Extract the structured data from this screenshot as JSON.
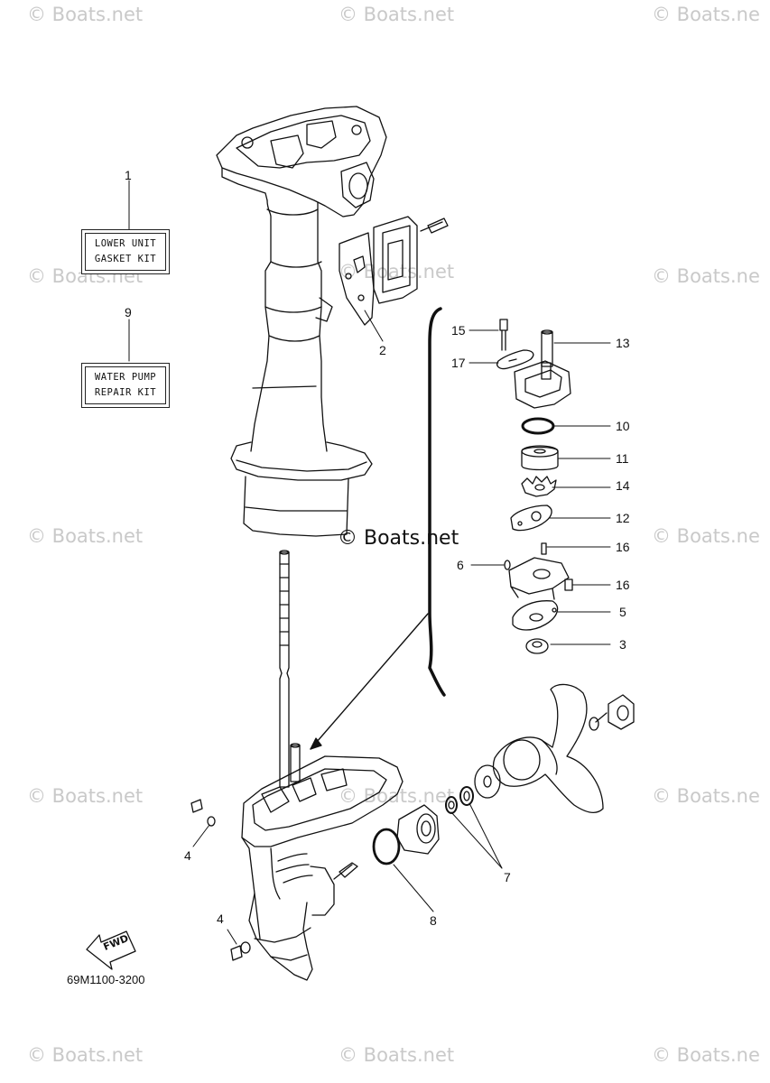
{
  "watermark": {
    "text": "© Boats.net",
    "text_cut": "© Boats.ne"
  },
  "center_watermark": "© Boats.net",
  "kits": {
    "lower_unit_gasket_kit": {
      "number": "1",
      "line1": "LOWER UNIT",
      "line2": "GASKET KIT"
    },
    "water_pump_repair_kit": {
      "number": "9",
      "line1": "WATER PUMP",
      "line2": "REPAIR KIT"
    }
  },
  "callouts": [
    "2",
    "3",
    "4",
    "4",
    "5",
    "6",
    "7",
    "8",
    "10",
    "11",
    "12",
    "13",
    "14",
    "15",
    "16",
    "16",
    "17"
  ],
  "fwd_label": "FWD",
  "diagram_code": "69M1100-3200",
  "colors": {
    "line": "#111111",
    "watermark": "#c9c9c9",
    "background": "#ffffff"
  }
}
